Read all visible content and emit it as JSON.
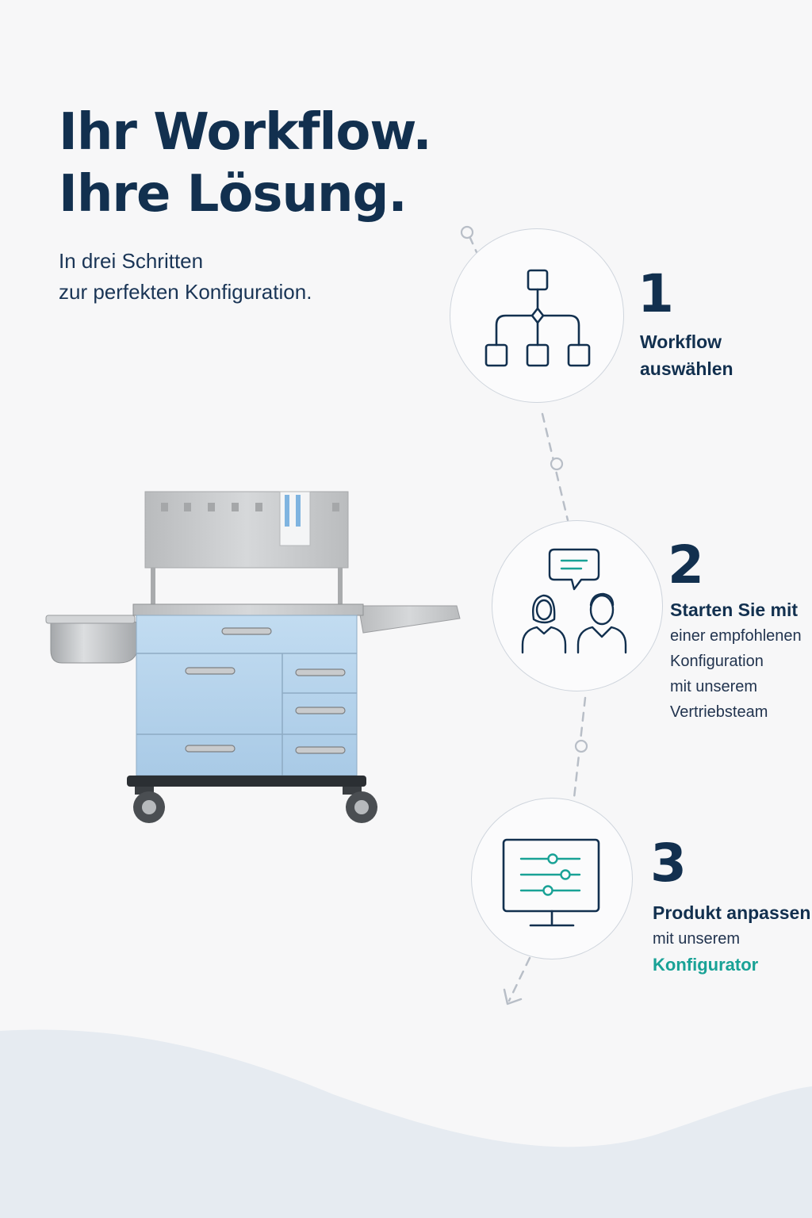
{
  "headline": {
    "line1": "Ihr Workflow.",
    "line2": "Ihre Lösung."
  },
  "subline": {
    "line1": "In drei Schritten",
    "line2": "zur perfekten Konfiguration."
  },
  "steps": [
    {
      "number": "1",
      "icon": "workflow-hierarchy-icon",
      "title_lines": [
        "Workflow",
        "auswählen"
      ]
    },
    {
      "number": "2",
      "icon": "consultation-people-chat-icon",
      "title": "Starten Sie mit",
      "lines": [
        "einer empfohlenen",
        "Konfiguration",
        "mit unserem",
        "Vertriebsteam"
      ]
    },
    {
      "number": "3",
      "icon": "monitor-sliders-icon",
      "title": "Produkt anpassen",
      "lines": [
        "mit unserem"
      ],
      "link": "Konfigurator"
    }
  ],
  "product_image": "medical-cart-image",
  "colors": {
    "navy": "#12304f",
    "accent_teal": "#19a296",
    "cart_blue": "#b5d3ec",
    "steel": "#c4c6c8",
    "connector_gray": "#b8bec7"
  }
}
